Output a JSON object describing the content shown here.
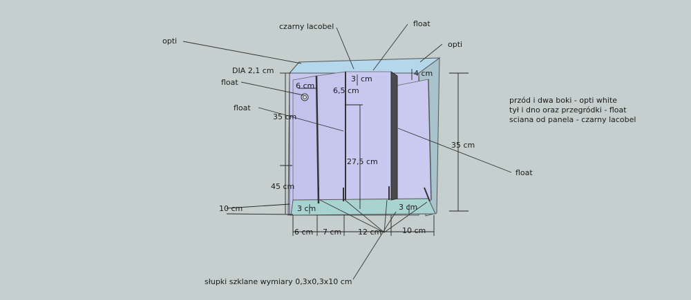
{
  "labels": {
    "opti_left": "opti",
    "opti_right": "opti",
    "czarny_lacobel": "czarny lacobel",
    "float_top": "float",
    "float_hole": "float",
    "float_mid": "float",
    "float_right": "float",
    "dia": "DIA 2,1 cm",
    "slupki": "słupki szklane wymiary 0,3x0,3x10 cm"
  },
  "dimensions": {
    "d_6cm": "6 cm",
    "d_3_top": "3",
    "d_cm_top": "cm",
    "d_6_5cm": "6,5 cm",
    "d_4cm": "4 cm",
    "d_35cm_left": "35 cm",
    "d_35cm_right": "35 cm",
    "d_27_5cm": "27,5 cm",
    "d_45cm": "45 cm",
    "d_10cm_left": "10 cm",
    "d_3cm_bl": "3 cm",
    "d_3cm_br": "3 cm",
    "d_bottom_1": "6 cm",
    "d_bottom_2": "7 cm",
    "d_bottom_3": "12 cm",
    "d_bottom_4": "10 cm"
  },
  "notes": [
    "przód i dwa boki - opti white",
    "tył i dno oraz przegródki - float",
    "sciana od panela - czarny lacobel"
  ],
  "colors": {
    "background": "#c5cfcd",
    "glass": "#c8c8ee",
    "glass_top": "#b3d7ea",
    "glass_side": "#adc6cf",
    "bottom": "#a9d4d2",
    "lacobel": "#4a4a4e"
  }
}
